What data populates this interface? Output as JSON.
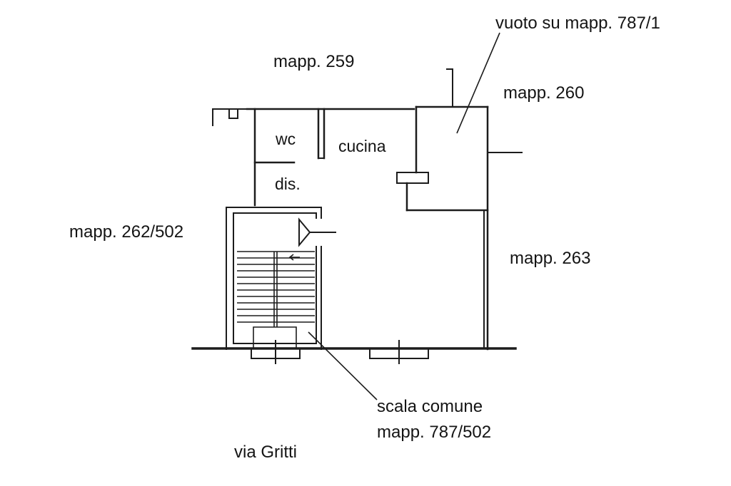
{
  "figure": {
    "type": "cadastral-floor-plan",
    "background_color": "#ffffff",
    "ink_color": "#1c1c1c"
  },
  "labels": {
    "vuoto": "vuoto su mapp. 787/1",
    "mapp_259": "mapp. 259",
    "mapp_260": "mapp. 260",
    "wc": "wc",
    "cucina": "cucina",
    "dis": "dis.",
    "mapp_262_502": "mapp. 262/502",
    "mapp_263": "mapp. 263",
    "scala_comune": "scala comune",
    "mapp_787_502": "mapp. 787/502",
    "via_gritti": "via Gritti"
  }
}
